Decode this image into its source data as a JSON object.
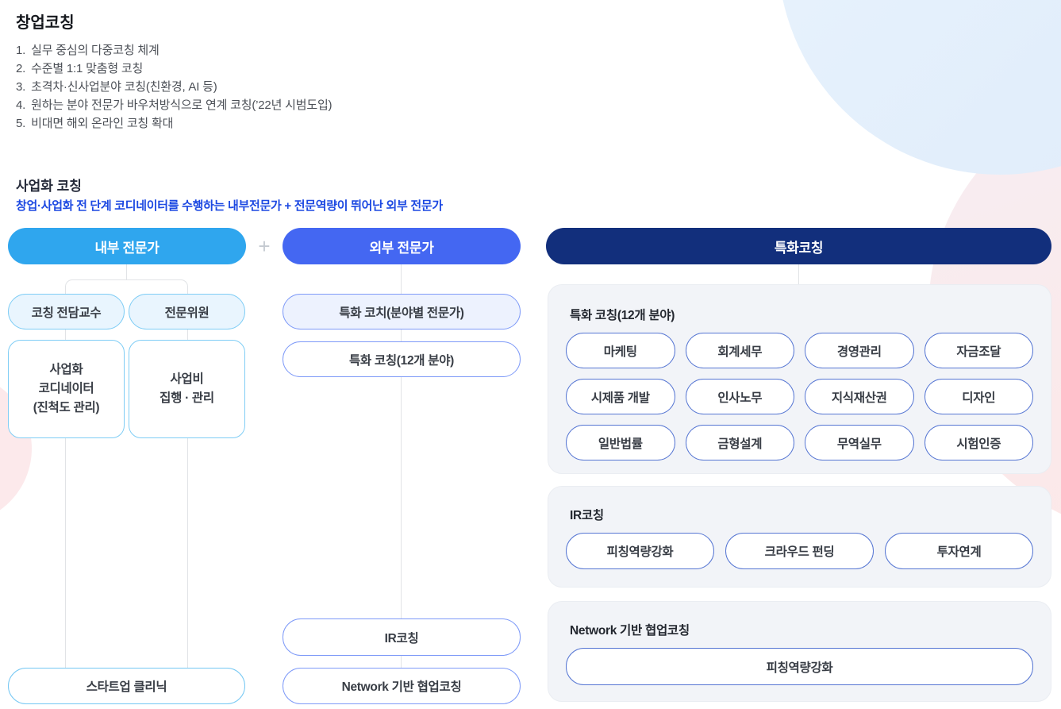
{
  "intro": {
    "title": "창업코칭",
    "items": [
      {
        "num": "1.",
        "text": "실무 중심의 다중코칭 체계"
      },
      {
        "num": "2.",
        "text": "수준별 1:1 맞춤형 코칭"
      },
      {
        "num": "3.",
        "text": "초격차·신사업분야 코칭(친환경, AI 등)"
      },
      {
        "num": "4.",
        "text": "원하는 분야 전문가 바우처방식으로 연계 코칭(’22년 시범도입)"
      },
      {
        "num": "5.",
        "text": "비대면 해외 온라인 코칭 확대"
      }
    ]
  },
  "section": {
    "title": "사업화 코칭",
    "subtitle": "창업·사업화 전 단계 코디네이터를 수행하는 내부전문가 + 전문역량이 뛰어난 외부 전문가",
    "plus_sign": "+"
  },
  "diagram": {
    "internal": {
      "header": "내부 전문가",
      "role_pills": [
        "코칭 전담교수",
        "전문위원"
      ],
      "boxes": [
        "사업화\n코디네이터\n(진척도 관리)",
        "사업비\n집행 · 관리"
      ],
      "bottom_pill": "스타트업 클리닉"
    },
    "external": {
      "header": "외부 전문가",
      "pill_coach": "특화 코치(분야별 전문가)",
      "pill_coaching": "특화 코칭(12개 분야)",
      "pill_ir": "IR코칭",
      "pill_network": "Network 기반 협업코칭"
    },
    "special": {
      "header": "특화코칭",
      "panels": [
        {
          "title": "특화 코칭(12개 분야)",
          "pills": [
            "마케팅",
            "회계세무",
            "경영관리",
            "자금조달",
            "시제품 개발",
            "인사노무",
            "지식재산권",
            "디자인",
            "일반법률",
            "금형설계",
            "무역실무",
            "시험인증"
          ]
        },
        {
          "title": "IR코칭",
          "pills": [
            "피칭역량강화",
            "크라우드 펀딩",
            "투자연계"
          ]
        },
        {
          "title": "Network 기반 협업코칭",
          "pills": [
            "피칭역량강화"
          ]
        }
      ]
    }
  },
  "colors": {
    "internal_header_bg": "#2fa6ee",
    "external_header_bg": "#4467f2",
    "special_header_bg": "#122f7c",
    "internal_border": "#7fcdf5",
    "external_border": "#7e9af8",
    "panel_pill_border": "#5676d3",
    "subtitle_blue": "#1d49e2",
    "panel_bg": "#f2f4f8"
  }
}
